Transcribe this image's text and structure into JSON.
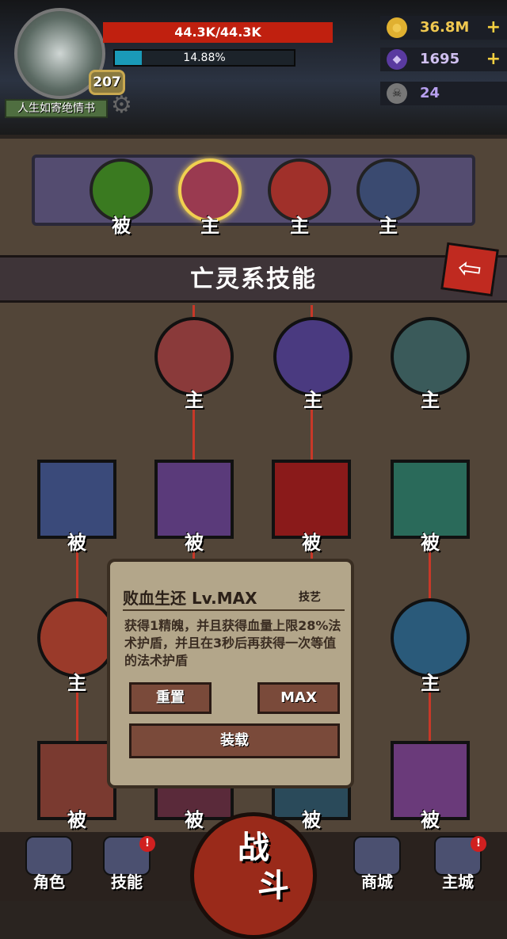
{
  "player": {
    "name": "人生如寄绝情书",
    "level": "207",
    "hp": "44.3K/44.3K",
    "xp": "14.88%",
    "xp_fraction": 0.1488
  },
  "resources": [
    {
      "icon": "gold-coin-icon",
      "value": "36.8M"
    },
    {
      "icon": "gem-icon",
      "value": "1695"
    },
    {
      "icon": "ram-skull-icon",
      "value": "24"
    }
  ],
  "category_tabs": [
    {
      "label": "被"
    },
    {
      "label": "主"
    },
    {
      "label": "主"
    },
    {
      "label": "主"
    }
  ],
  "section_title": "亡灵系技能",
  "nodes": {
    "row1": [
      "主",
      "主",
      "主"
    ],
    "row2": [
      "被",
      "被",
      "被",
      "被"
    ],
    "row3": [
      "主",
      "主"
    ],
    "row4": [
      "被",
      "被",
      "被",
      "被"
    ]
  },
  "tooltip": {
    "title": "败血生还 Lv.MAX",
    "type": "技艺",
    "description": "获得1精魄，并且获得血量上限28%法术护盾，并且在3秒后再获得一次等值的法术护盾",
    "reset": "重置",
    "max": "MAX",
    "equip": "装载"
  },
  "nav": {
    "role": "角色",
    "skill": "技能",
    "fight_top": "战",
    "fight_bottom": "斗",
    "shop": "商城",
    "city": "主城",
    "badge": "!"
  },
  "colors": {
    "hp": "#c0200f",
    "xp": "#1a9ab8",
    "accent": "#f0d050",
    "line": "#c83828"
  }
}
